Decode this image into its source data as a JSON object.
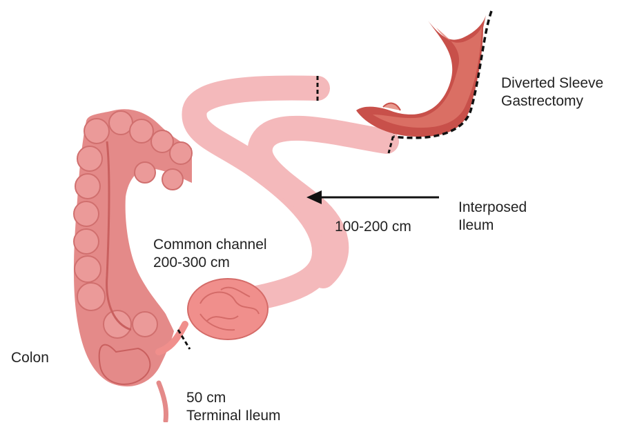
{
  "labels": {
    "stomach": {
      "line1": "Diverted Sleeve",
      "line2": "Gastrectomy"
    },
    "interposed": {
      "line1": "Interposed",
      "line2": "Ileum"
    },
    "interposed_length": "100-200 cm",
    "common_channel": {
      "line1": "Common channel",
      "line2": "200-300 cm"
    },
    "colon": "Colon",
    "terminal_ileum": {
      "line1": "50 cm",
      "line2": "Terminal Ileum"
    }
  },
  "colors": {
    "intestine": "#f4b9bb",
    "colon": "#e48a89",
    "colon_dark": "#c9605f",
    "stomach": "#c8504a",
    "stomach_inner": "#e07a6e",
    "small_bowel": "#f08f8c",
    "arrow": "#111111"
  },
  "icons": {
    "arrow": "arrow-left-icon",
    "cut_line": "dashed-cut-line"
  }
}
